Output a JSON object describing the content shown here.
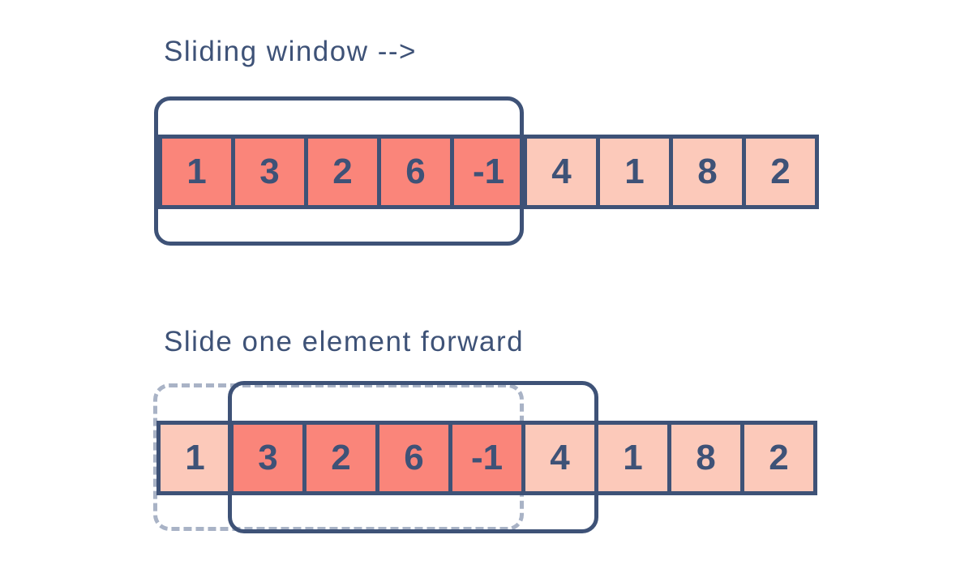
{
  "colors": {
    "navy": "#3E5277",
    "salmon": "#FA857A",
    "pink": "#FCC9BA",
    "dashed": "#A9B3C6",
    "background": "#FFFFFF"
  },
  "top_diagram": {
    "title": "Sliding window -->",
    "cells": [
      {
        "value": "1",
        "highlighted": true
      },
      {
        "value": "3",
        "highlighted": true
      },
      {
        "value": "2",
        "highlighted": true
      },
      {
        "value": "6",
        "highlighted": true
      },
      {
        "value": "-1",
        "highlighted": true
      },
      {
        "value": "4",
        "highlighted": false
      },
      {
        "value": "1",
        "highlighted": false
      },
      {
        "value": "8",
        "highlighted": false
      },
      {
        "value": "2",
        "highlighted": false
      }
    ],
    "window": {
      "start_index": 0,
      "size": 5,
      "covers": [
        "1",
        "3",
        "2",
        "6",
        "-1"
      ]
    }
  },
  "bottom_diagram": {
    "title": "Slide one element forward",
    "cells": [
      {
        "value": "1",
        "highlighted": false
      },
      {
        "value": "3",
        "highlighted": true
      },
      {
        "value": "2",
        "highlighted": true
      },
      {
        "value": "6",
        "highlighted": true
      },
      {
        "value": "-1",
        "highlighted": true
      },
      {
        "value": "4",
        "highlighted": false
      },
      {
        "value": "1",
        "highlighted": false
      },
      {
        "value": "8",
        "highlighted": false
      },
      {
        "value": "2",
        "highlighted": false
      }
    ],
    "current_window": {
      "start_index": 1,
      "size": 5,
      "covers": [
        "3",
        "2",
        "6",
        "-1",
        "4"
      ]
    },
    "previous_window": {
      "start_index": 0,
      "size": 5,
      "style": "dashed",
      "covers": [
        "1",
        "3",
        "2",
        "6",
        "-1"
      ]
    }
  }
}
